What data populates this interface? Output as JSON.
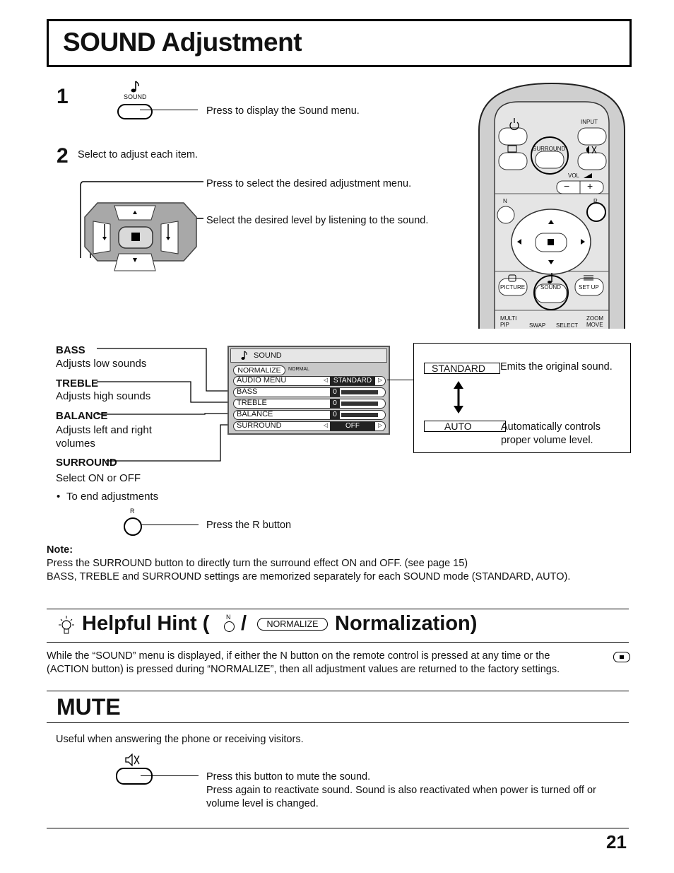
{
  "header": {
    "title": "SOUND Adjustment"
  },
  "step1": {
    "num": "1",
    "button_label": "SOUND",
    "desc": "Press to display the Sound menu."
  },
  "step2": {
    "num": "2",
    "intro": "Select to adjust each item.",
    "desc_updown": "Press to select the desired adjustment menu.",
    "desc_leftright": "Select the desired level by listening to the sound."
  },
  "remote": {
    "input": "INPUT",
    "surround": "SURROUND",
    "vol": "VOL",
    "minus": "−",
    "plus": "+",
    "n": "N",
    "r": "R",
    "picture": "PICTURE",
    "sound": "SOUND",
    "setup": "SET UP",
    "multi_pip": "MULTI\nPIP",
    "swap": "SWAP",
    "select": "SELECT",
    "zoom_move": "ZOOM\nMOVE"
  },
  "items": [
    {
      "name": "BASS",
      "desc": "Adjusts low sounds"
    },
    {
      "name": "TREBLE",
      "desc": "Adjusts high sounds"
    },
    {
      "name": "BALANCE",
      "desc": "Adjusts left and right\nvolumes"
    },
    {
      "name": "SURROUND",
      "desc": "Select ON or OFF"
    }
  ],
  "osd": {
    "title": "SOUND",
    "normalize_btn": "NORMALIZE",
    "normalize_label": "NORMAL",
    "rows": [
      {
        "label": "AUDIO MENU",
        "value": "STANDARD"
      },
      {
        "label": "BASS",
        "value": "0"
      },
      {
        "label": "TREBLE",
        "value": "0"
      },
      {
        "label": "BALANCE",
        "value": "0"
      },
      {
        "label": "SURROUND",
        "value": "OFF"
      }
    ]
  },
  "modes": {
    "standard": {
      "label": "STANDARD",
      "desc": "Emits the original sound."
    },
    "auto": {
      "label": "AUTO",
      "desc": "Automatically controls\nproper volume level."
    }
  },
  "end": {
    "bullet": "To end adjustments",
    "button_label": "R",
    "desc": "Press the R button"
  },
  "note": {
    "heading": "Note:",
    "line1": "Press the SURROUND button to directly turn the surround effect ON and OFF. (see page 15)",
    "line2": "BASS, TREBLE and SURROUND settings are memorized separately for each SOUND mode (STANDARD, AUTO)."
  },
  "hint": {
    "title_start": "Helpful Hint (",
    "n_label": "N",
    "slash": "/",
    "normalize_label": "NORMALIZE",
    "title_end": "Normalization)",
    "text_part1": "While the “SOUND” menu is displayed, if either the N button on the remote control is pressed at any time or the",
    "text_part2": "(ACTION button) is pressed during “NORMALIZE”, then all adjustment values are returned to the factory settings."
  },
  "mute": {
    "title": "MUTE",
    "intro": "Useful when answering the phone or receiving visitors.",
    "desc1": "Press this button to mute the sound.",
    "desc2": "Press again to reactivate sound. Sound is also reactivated when power is turned off or",
    "desc3": "volume level is changed."
  },
  "footer": {
    "page": "21"
  }
}
